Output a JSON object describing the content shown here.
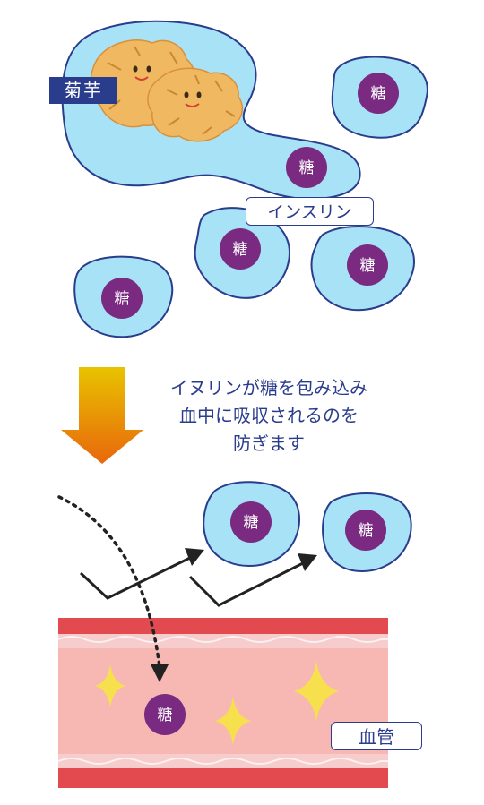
{
  "labels": {
    "kikuimo": "菊芋",
    "insulin": "インスリン",
    "vessel": "血管",
    "sugar": "糖"
  },
  "caption": {
    "line1": "イヌリンが糖を包み込み",
    "line2": "血中に吸収されるのを",
    "line3": "防ぎます"
  },
  "colors": {
    "cell_fill": "#a8e2f6",
    "cell_stroke": "#2a3c8c",
    "sugar_fill": "#7a2a80",
    "arrow_top": "#e8c300",
    "arrow_bottom": "#e8670c",
    "vessel_wall": "#e24a4f",
    "vessel_inner": "#f7b7b2",
    "sparkle": "#f7e04e",
    "kikuimo_fill": "#f0b860"
  },
  "icons": {
    "down_arrow": "down-arrow-icon",
    "sparkle": "sparkle-icon"
  }
}
